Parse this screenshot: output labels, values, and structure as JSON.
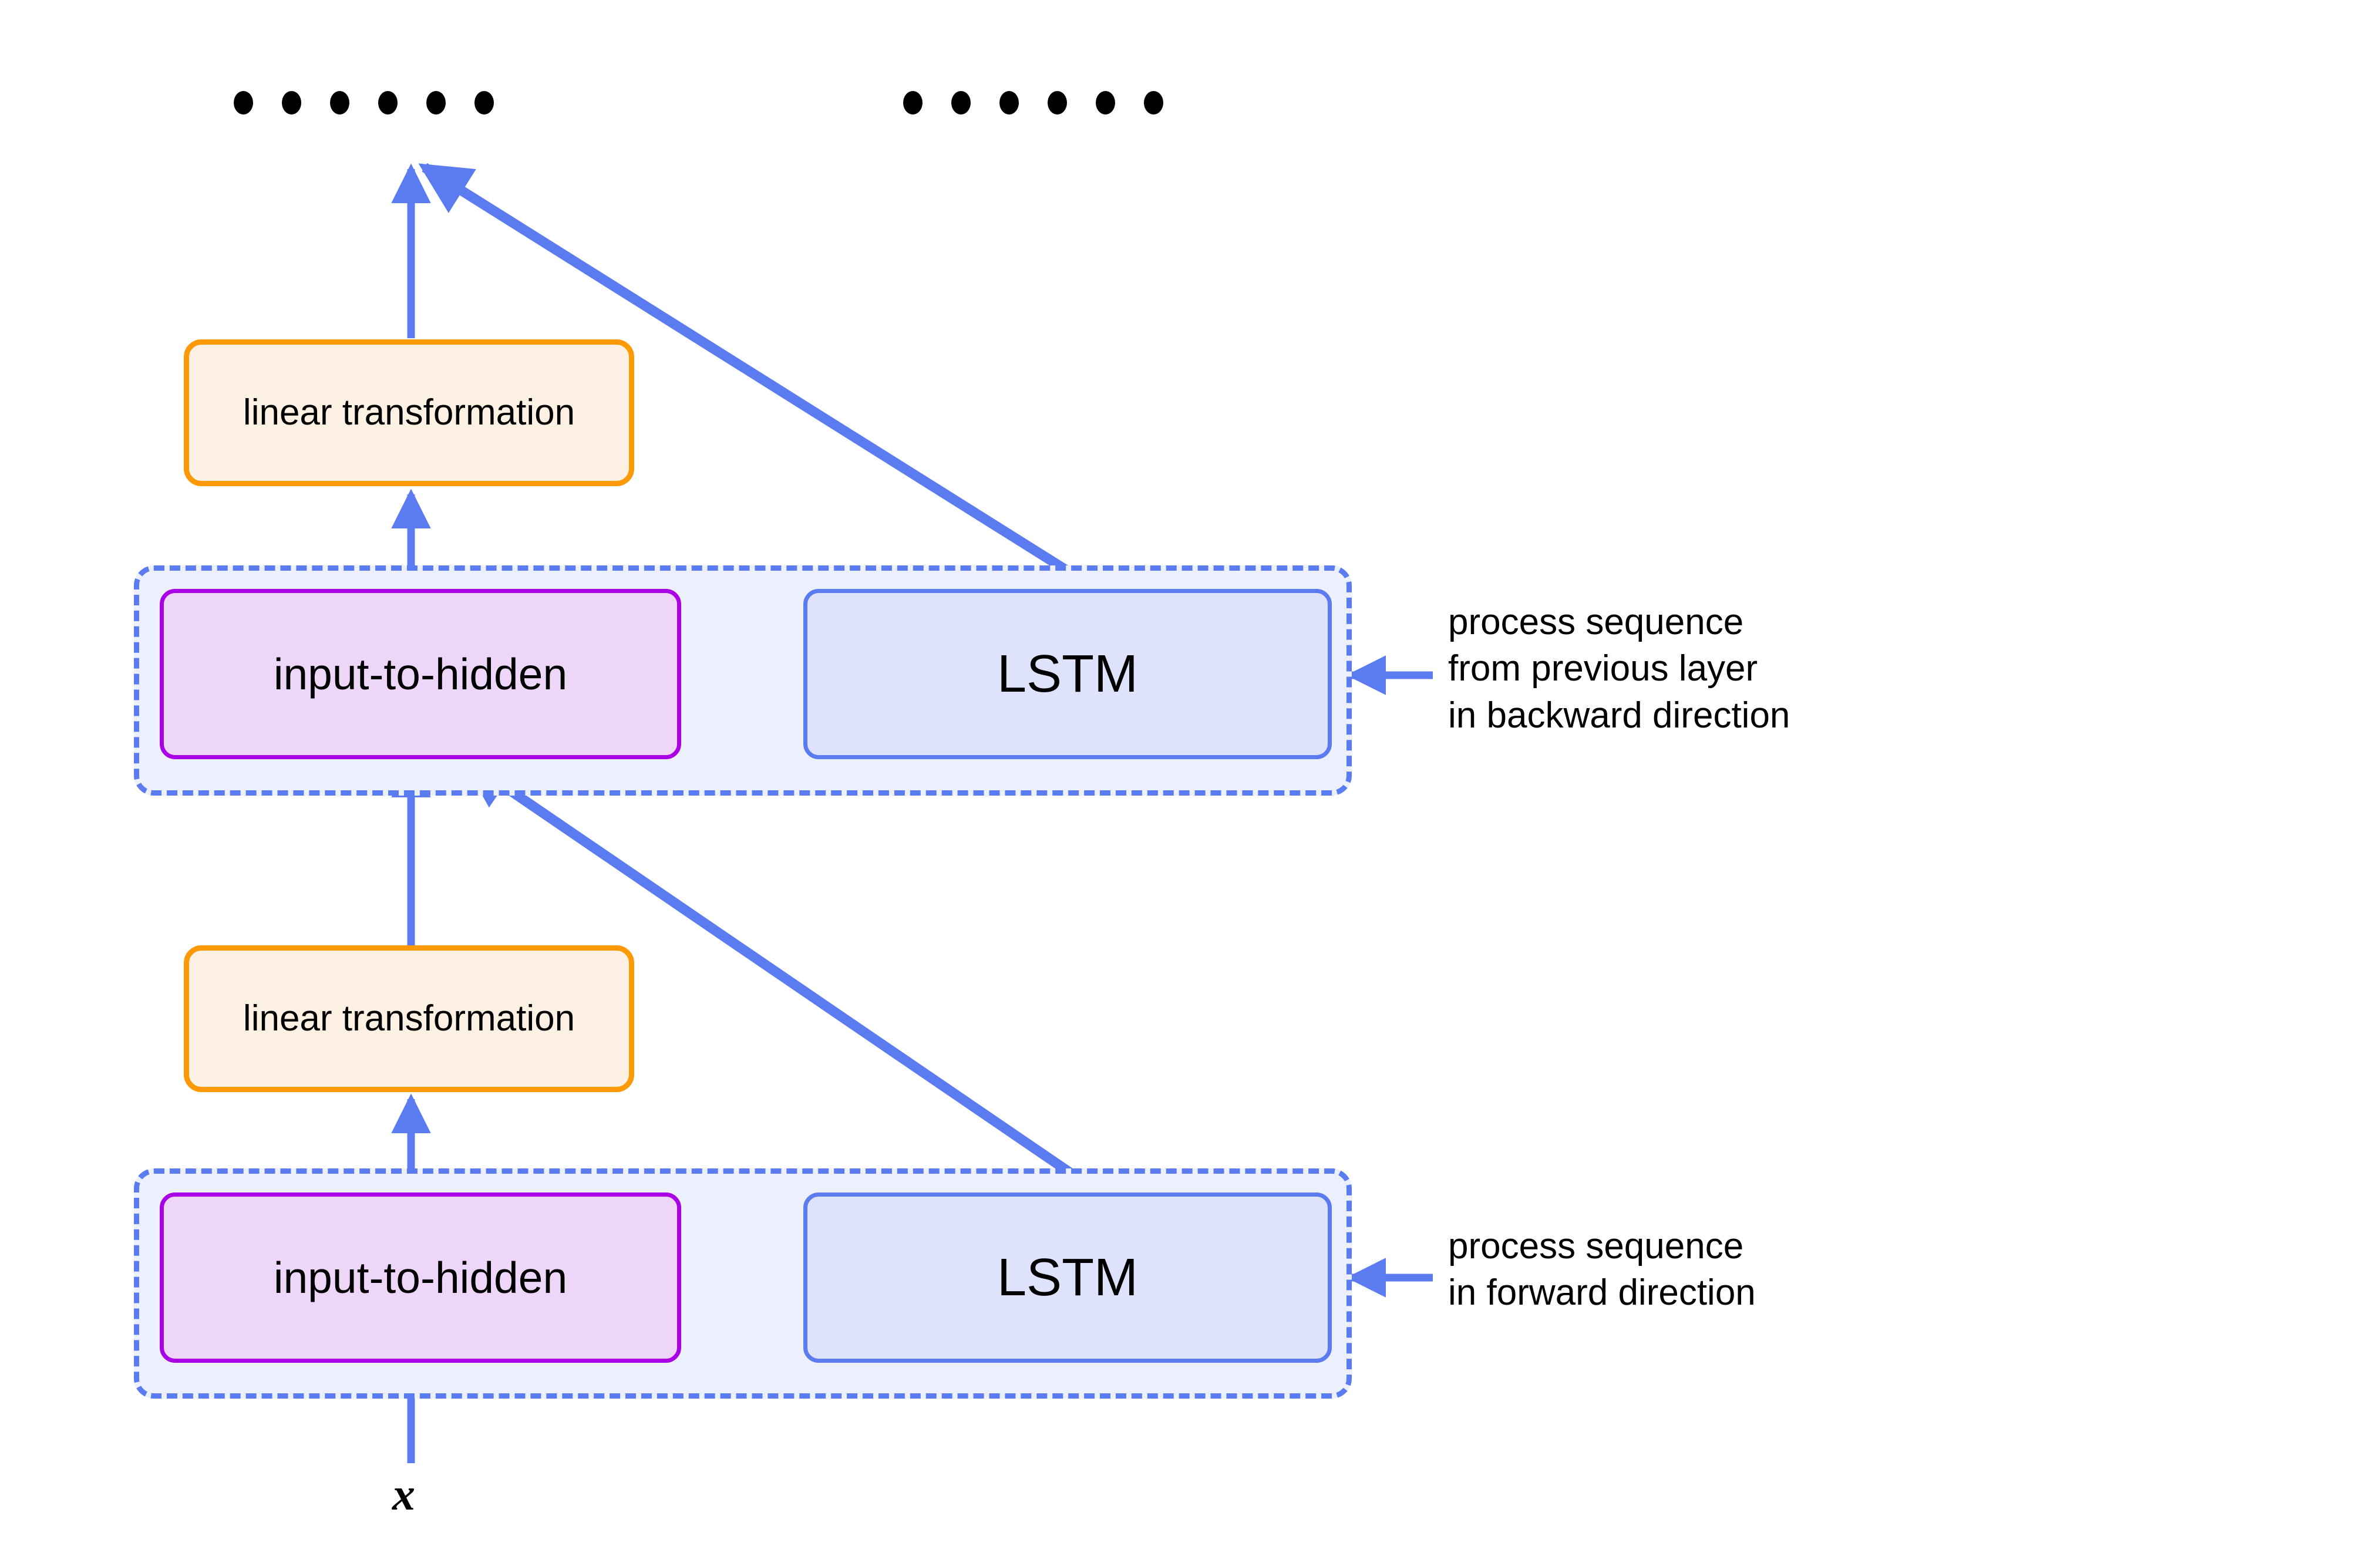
{
  "diagram": {
    "title": "Stacked bidirectional LSTM layer diagram",
    "colors": {
      "arrow_blue": "#5b7cf0",
      "group_fill": "#eceffc",
      "linear_border": "#fb9a06",
      "linear_fill": "#fdf1e3",
      "i2h_border": "#aa00e6",
      "i2h_fill": "#eed6f9",
      "lstm_border": "#5b7cf0",
      "lstm_fill": "#dee3fb",
      "dot_color": "#000000",
      "text_color": "#000000"
    },
    "ellipsis_rows": [
      {
        "name": "left-ellipsis",
        "dots": 6
      },
      {
        "name": "right-ellipsis",
        "dots": 6
      }
    ],
    "layers": [
      {
        "id": "backward-layer",
        "linear_label": "linear\ntransformation",
        "input_to_hidden_label": "input-to-hidden",
        "lstm_label": "LSTM",
        "annotation": "process sequence\nfrom previous layer\nin backward direction"
      },
      {
        "id": "forward-layer",
        "linear_label": "linear\ntransformation",
        "input_to_hidden_label": "input-to-hidden",
        "lstm_label": "LSTM",
        "annotation": "process sequence\nin forward direction"
      }
    ],
    "input_symbol": "x"
  }
}
